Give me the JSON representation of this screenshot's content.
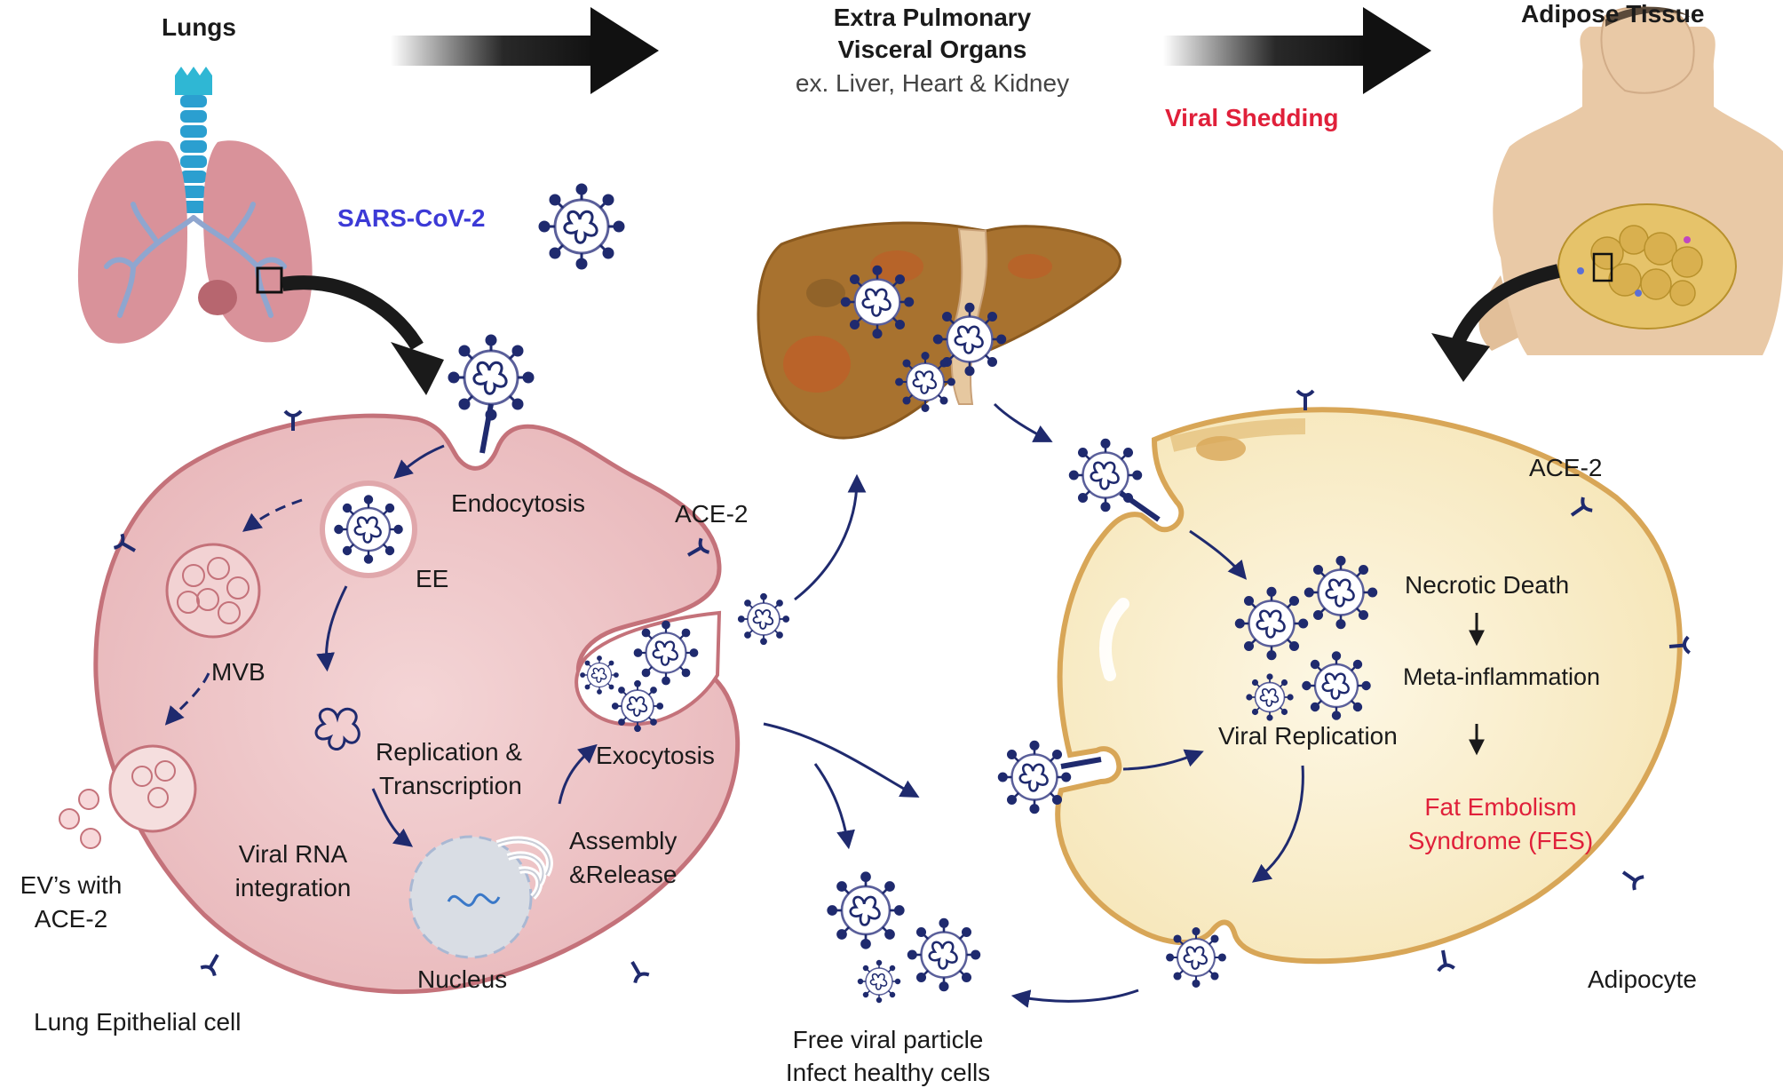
{
  "labels": {
    "lungs": "Lungs",
    "extra_pulmonary_line1": "Extra Pulmonary",
    "extra_pulmonary_line2": "Visceral Organs",
    "extra_pulmonary_example": "ex. Liver, Heart & Kidney",
    "adipose_tissue": "Adipose Tissue",
    "viral_shedding": "Viral Shedding",
    "sars_cov_2": "SARS-CoV-2",
    "endocytosis": "Endocytosis",
    "ace2_lung": "ACE-2",
    "ee": "EE",
    "mvb": "MVB",
    "replication_line1": "Replication &",
    "replication_line2": "Transcription",
    "exocytosis": "Exocytosis",
    "viral_rna_line1": "Viral RNA",
    "viral_rna_line2": "integration",
    "assembly_line1": "Assembly",
    "assembly_line2": "&Release",
    "evs_line1": "EV’s with",
    "evs_line2": "ACE-2",
    "nucleus": "Nucleus",
    "lung_epithelial_cell": "Lung Epithelial cell",
    "ace2_adipocyte": "ACE-2",
    "necrotic_death": "Necrotic Death",
    "meta_inflammation": "Meta-inflammation",
    "fes_line1": "Fat Embolism",
    "fes_line2": "Syndrome (FES)",
    "viral_replication": "Viral Replication",
    "free_viral_line1": "Free viral particle",
    "free_viral_line2": "Infect healthy cells",
    "adipocyte": "Adipocyte"
  },
  "colors": {
    "sars_label": "#3c3ad6",
    "alert_red": "#e0203a",
    "virus_navy": "#1f2a6e",
    "lung_cell_fill": "#efc9cb",
    "lung_cell_border": "#c4727a",
    "adipocyte_fill": "#fbf1d4",
    "adipocyte_border": "#d8a657",
    "liver_fill": "#a8722f"
  }
}
